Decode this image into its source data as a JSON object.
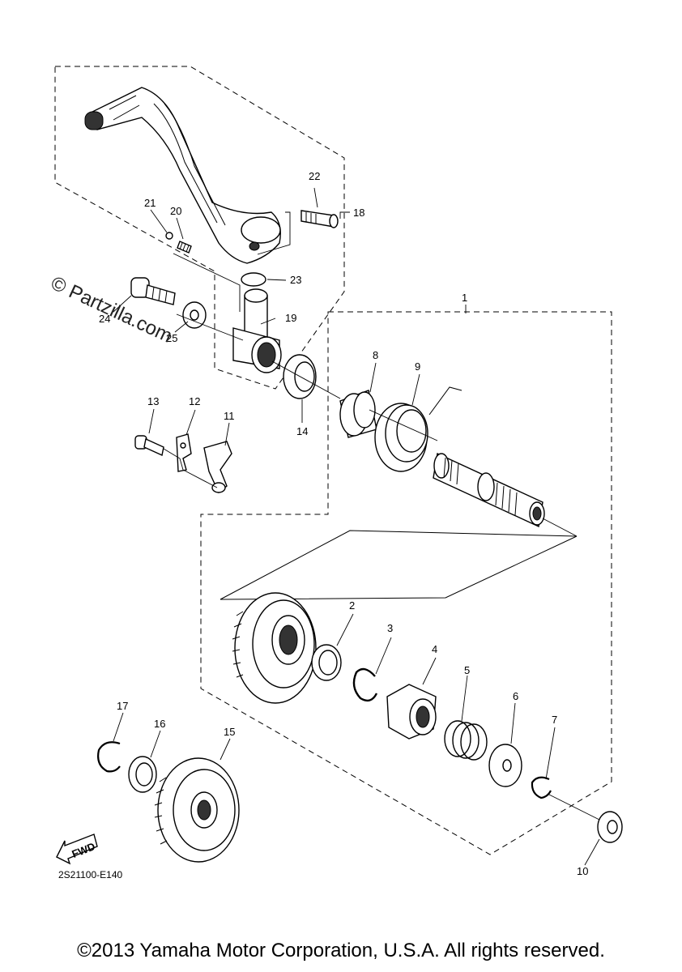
{
  "labels": {
    "p1": "1",
    "p2": "2",
    "p3": "3",
    "p4": "4",
    "p5": "5",
    "p6": "6",
    "p7": "7",
    "p8": "8",
    "p9": "9",
    "p10": "10",
    "p11": "11",
    "p12": "12",
    "p13": "13",
    "p14": "14",
    "p15": "15",
    "p16": "16",
    "p17": "17",
    "p18": "18",
    "p19": "19",
    "p20": "20",
    "p21": "21",
    "p22": "22",
    "p23": "23",
    "p24": "24",
    "p25": "25"
  },
  "fwd_label": "FWD",
  "diagram_code": "2S21100-E140",
  "watermark": "© Partzilla.com",
  "copyright": "©2013 Yamaha Motor Corporation, U.S.A. All rights reserved."
}
